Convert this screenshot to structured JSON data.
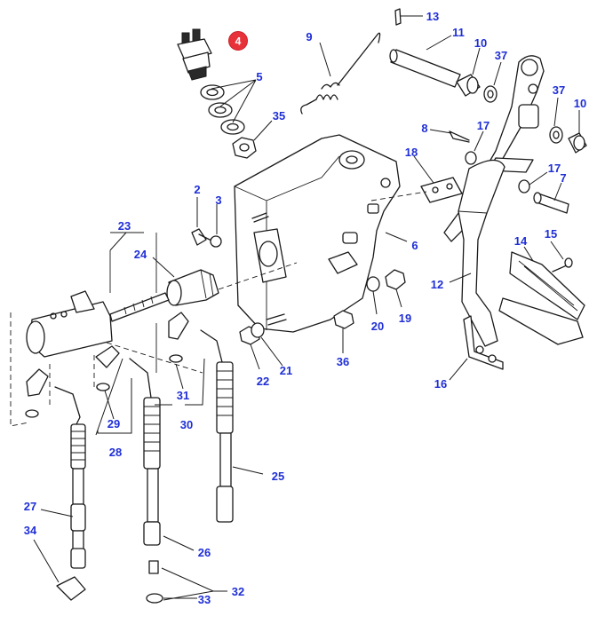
{
  "diagram": {
    "highlight_color": "#e8323a",
    "callout_color": "#1f2fd6",
    "highlighted_part": "4",
    "callouts": [
      "4",
      "13",
      "11",
      "9",
      "10",
      "5",
      "37",
      "37",
      "10",
      "35",
      "8",
      "17",
      "18",
      "17",
      "7",
      "2",
      "3",
      "6",
      "23",
      "24",
      "14",
      "15",
      "12",
      "20",
      "19",
      "36",
      "22",
      "21",
      "16",
      "31",
      "29",
      "30",
      "28",
      "25",
      "27",
      "26",
      "34",
      "32",
      "33"
    ]
  }
}
